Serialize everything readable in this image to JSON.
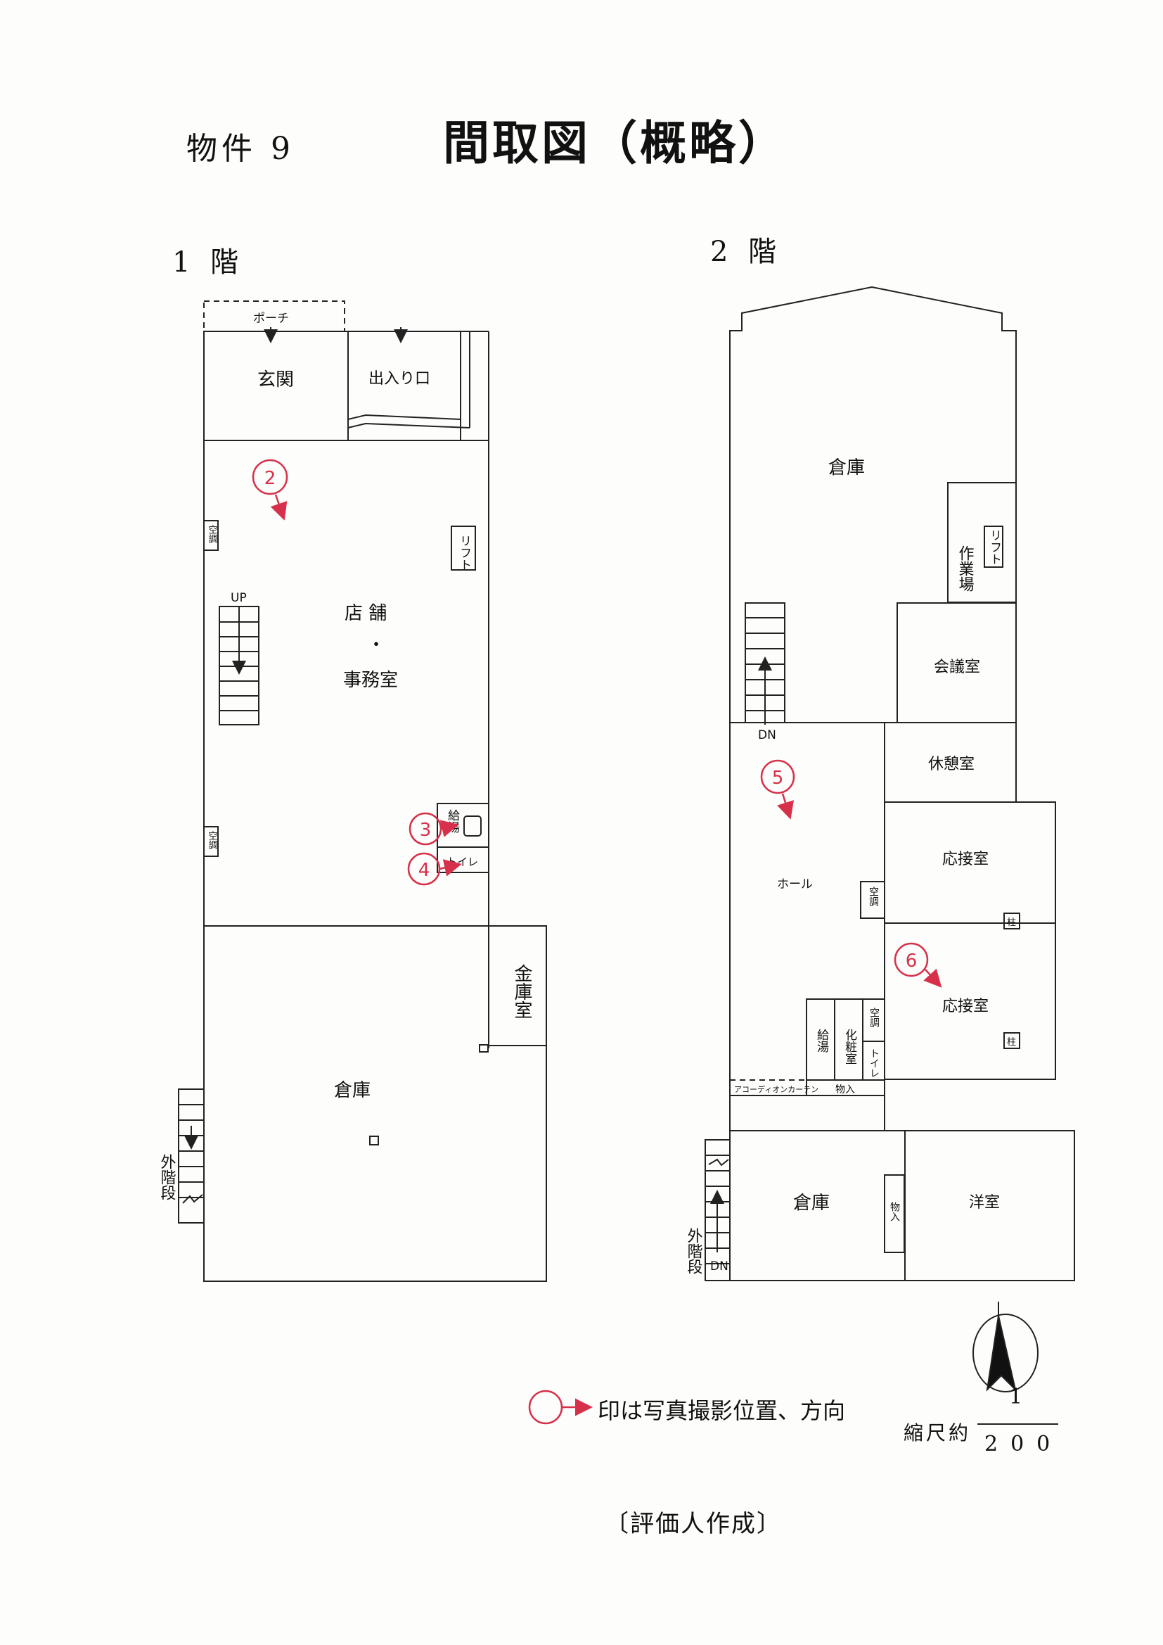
{
  "header": {
    "property": "物件 9",
    "title": "間取図（概略）"
  },
  "floors": {
    "f1": {
      "label": "1 階",
      "rooms": {
        "porch": "ポーチ",
        "entrance": "玄関",
        "doorway": "出入り口",
        "shop": "店 舗",
        "dot": "・",
        "office": "事務室",
        "warehouse": "倉庫",
        "safe": "金庫室",
        "lift": "リフト",
        "ac1": "空調",
        "ac2": "空調",
        "kettle": "給湯",
        "toilet": "トイレ",
        "up": "UP",
        "outer_stairs": "外階段"
      }
    },
    "f2": {
      "label": "2 階",
      "rooms": {
        "warehouse_top": "倉庫",
        "workshop": "作業場",
        "lift": "リフト",
        "meeting": "会議室",
        "rest": "休憩室",
        "reception1": "応接室",
        "reception2": "応接室",
        "hall": "ホール",
        "ac": "空調",
        "kettle": "給湯",
        "powder": "化粧室",
        "ac2": "空調",
        "toilet": "トイレ",
        "closet1": "物入",
        "accordion": "アコーディオンカーテン",
        "warehouse_bottom": "倉庫",
        "closet2": "物入",
        "western": "洋室",
        "pillar1": "柱",
        "pillar2": "柱",
        "dn1": "DN",
        "dn2": "DN",
        "outer_stairs": "外階段"
      }
    }
  },
  "photo_markers": [
    {
      "id": "m2",
      "num": "2"
    },
    {
      "id": "m3",
      "num": "3"
    },
    {
      "id": "m4",
      "num": "4"
    },
    {
      "id": "m5",
      "num": "5"
    },
    {
      "id": "m6",
      "num": "6"
    }
  ],
  "legend": {
    "text": "印は写真撮影位置、方向"
  },
  "scale": {
    "label": "縮尺約",
    "numerator": "1",
    "denominator": "200"
  },
  "footer": {
    "author": "〔評価人作成〕"
  },
  "colors": {
    "marker": "#d6304a",
    "line": "#222222"
  }
}
